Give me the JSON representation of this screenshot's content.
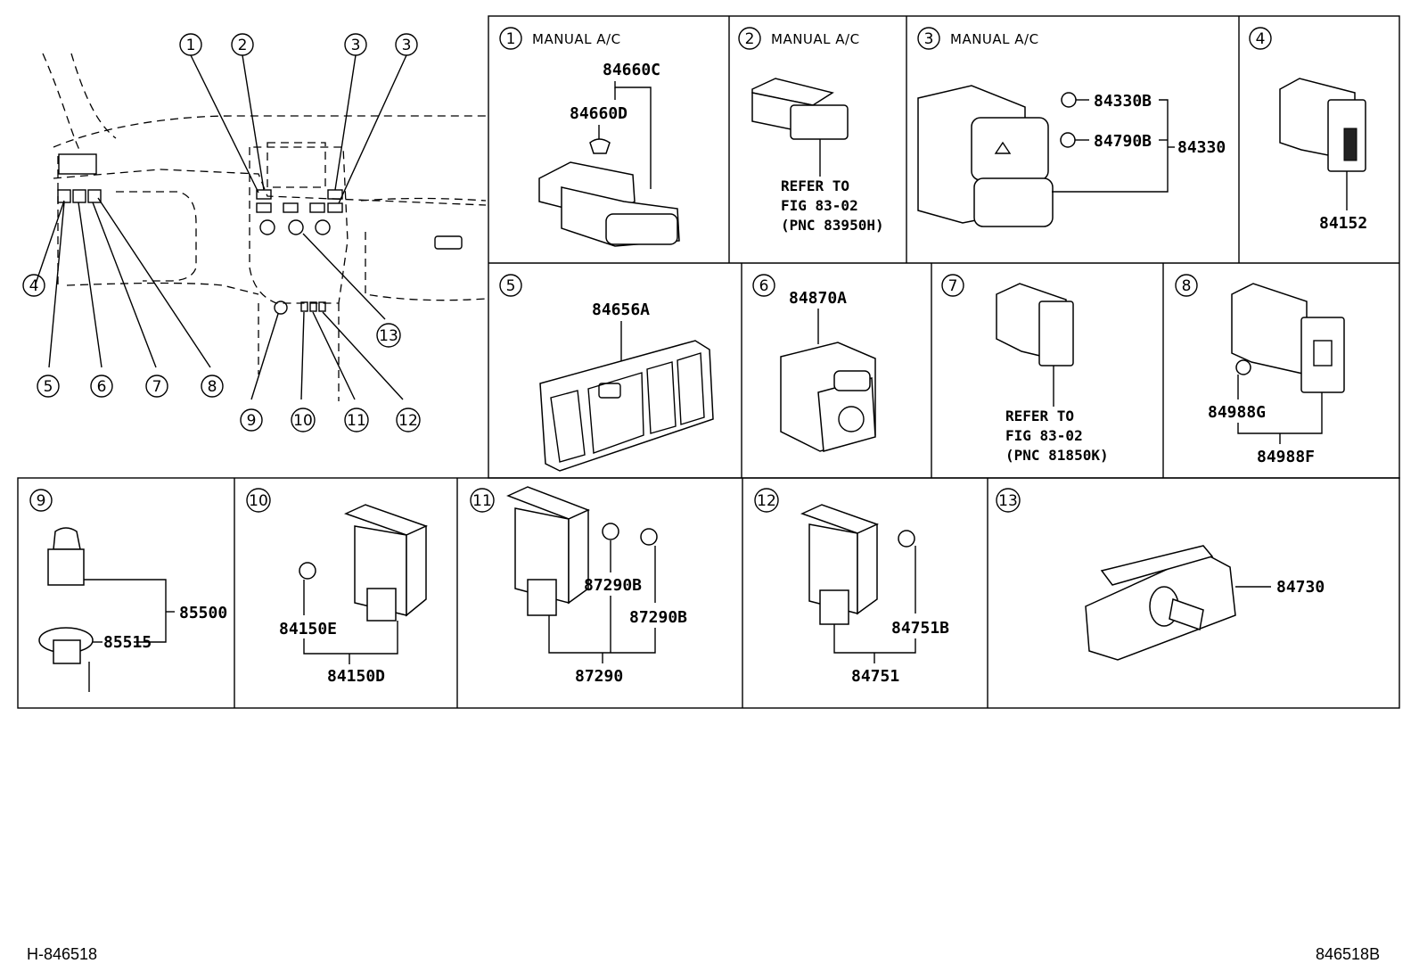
{
  "overview": {
    "callouts": [
      "1",
      "2",
      "3",
      "3",
      "4",
      "5",
      "6",
      "7",
      "8",
      "9",
      "10",
      "11",
      "12",
      "13"
    ]
  },
  "panels": [
    {
      "num": "1",
      "header": "MANUAL A/C",
      "parts": [
        "84660C",
        "84660D"
      ]
    },
    {
      "num": "2",
      "header": "MANUAL A/C",
      "notes": [
        "REFER TO",
        "FIG 83-02",
        "(PNC 83950H)"
      ]
    },
    {
      "num": "3",
      "header": "MANUAL A/C",
      "parts": [
        "84330B",
        "84790B",
        "84330"
      ]
    },
    {
      "num": "4",
      "parts": [
        "84152"
      ]
    },
    {
      "num": "5",
      "parts": [
        "84656A"
      ]
    },
    {
      "num": "6",
      "parts": [
        "84870A"
      ]
    },
    {
      "num": "7",
      "notes": [
        "REFER TO",
        "FIG 83-02",
        "(PNC 81850K)"
      ]
    },
    {
      "num": "8",
      "parts": [
        "84988G",
        "84988F"
      ]
    },
    {
      "num": "9",
      "parts": [
        "85500",
        "85515"
      ]
    },
    {
      "num": "10",
      "parts": [
        "84150E",
        "84150D"
      ]
    },
    {
      "num": "11",
      "parts": [
        "87290B",
        "87290B",
        "87290"
      ]
    },
    {
      "num": "12",
      "parts": [
        "84751B",
        "84751"
      ]
    },
    {
      "num": "13",
      "parts": [
        "84730"
      ]
    }
  ],
  "footer": {
    "left": "H-846518",
    "right": "846518B"
  }
}
